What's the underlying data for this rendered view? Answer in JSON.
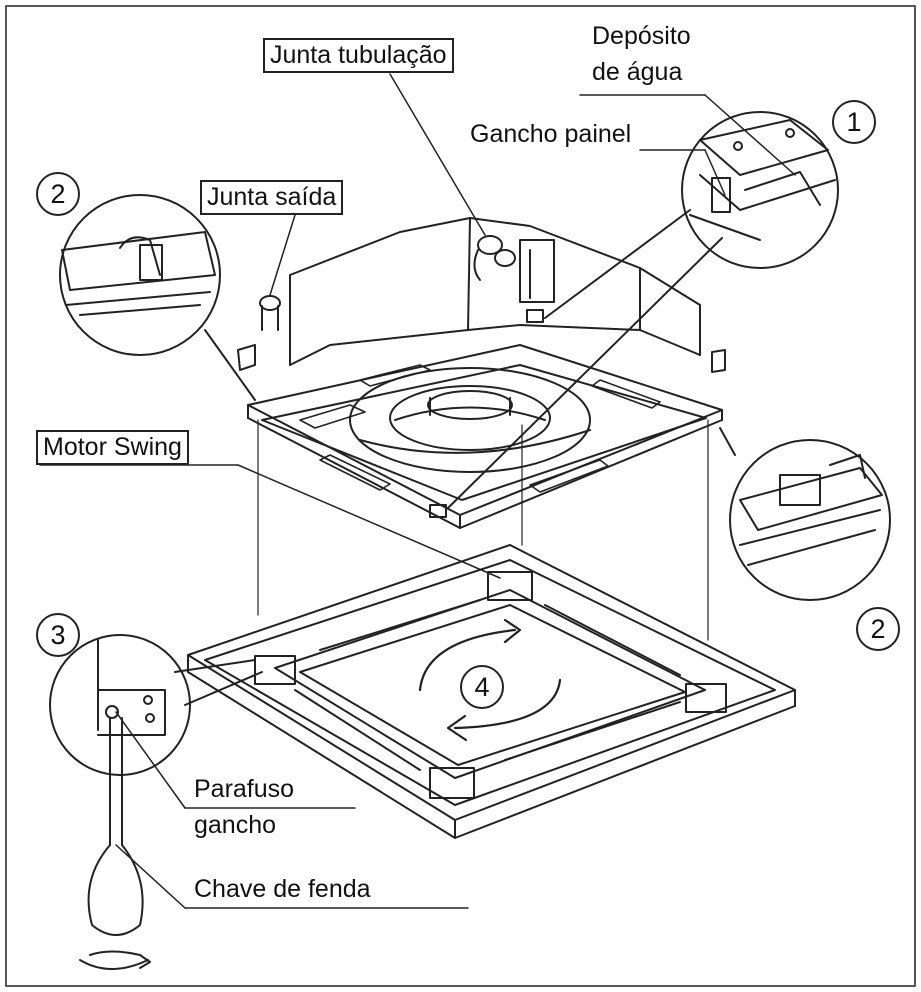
{
  "labels": {
    "junta_tubulacao": "Junta tubulação",
    "deposito_line1": "Depósito",
    "deposito_line2": "de água",
    "gancho_painel": "Gancho painel",
    "junta_saida": "Junta saída",
    "motor_swing": "Motor Swing",
    "parafuso_line1": "Parafuso",
    "parafuso_line2": "gancho",
    "chave_de_fenda": "Chave de fenda"
  },
  "callouts": {
    "one": "1",
    "two_left": "2",
    "two_right": "2",
    "three": "3",
    "four": "4"
  },
  "colors": {
    "line": "#222222",
    "background": "#ffffff",
    "frame": "#555555"
  }
}
